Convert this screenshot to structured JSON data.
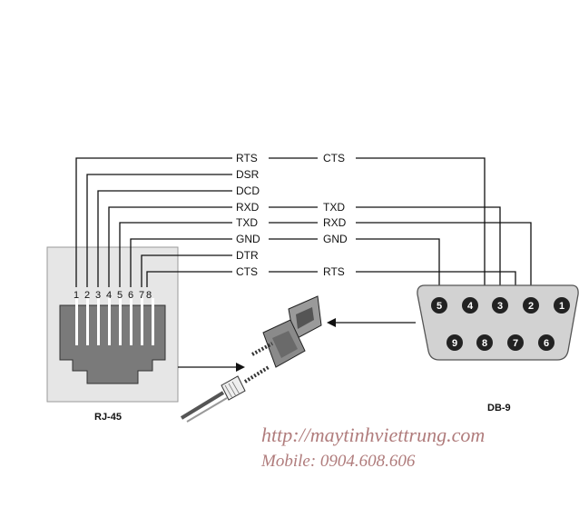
{
  "left_signals": [
    "RTS",
    "DSR",
    "DCD",
    "RXD",
    "TXD",
    "GND",
    "DTR",
    "CTS"
  ],
  "right_signals": [
    "CTS",
    "TXD",
    "RXD",
    "GND",
    "RTS"
  ],
  "rj45": {
    "label": "RJ-45",
    "pins": [
      "1",
      "2",
      "3",
      "4",
      "5",
      "6",
      "7",
      "8"
    ]
  },
  "db9": {
    "label": "DB-9",
    "top_row": [
      "5",
      "4",
      "3",
      "2",
      "1"
    ],
    "bottom_row": [
      "9",
      "8",
      "7",
      "6"
    ]
  },
  "watermark": {
    "url": "http://maytinhviettrung.com",
    "mobile": "Mobile: 0904.608.606"
  },
  "colors": {
    "line": "#111111",
    "connector_fill": "#7a7a7a",
    "panel_fill": "#e6e6e6",
    "db9_shell": "#d2d2d2",
    "watermark": "#b07c7c"
  }
}
